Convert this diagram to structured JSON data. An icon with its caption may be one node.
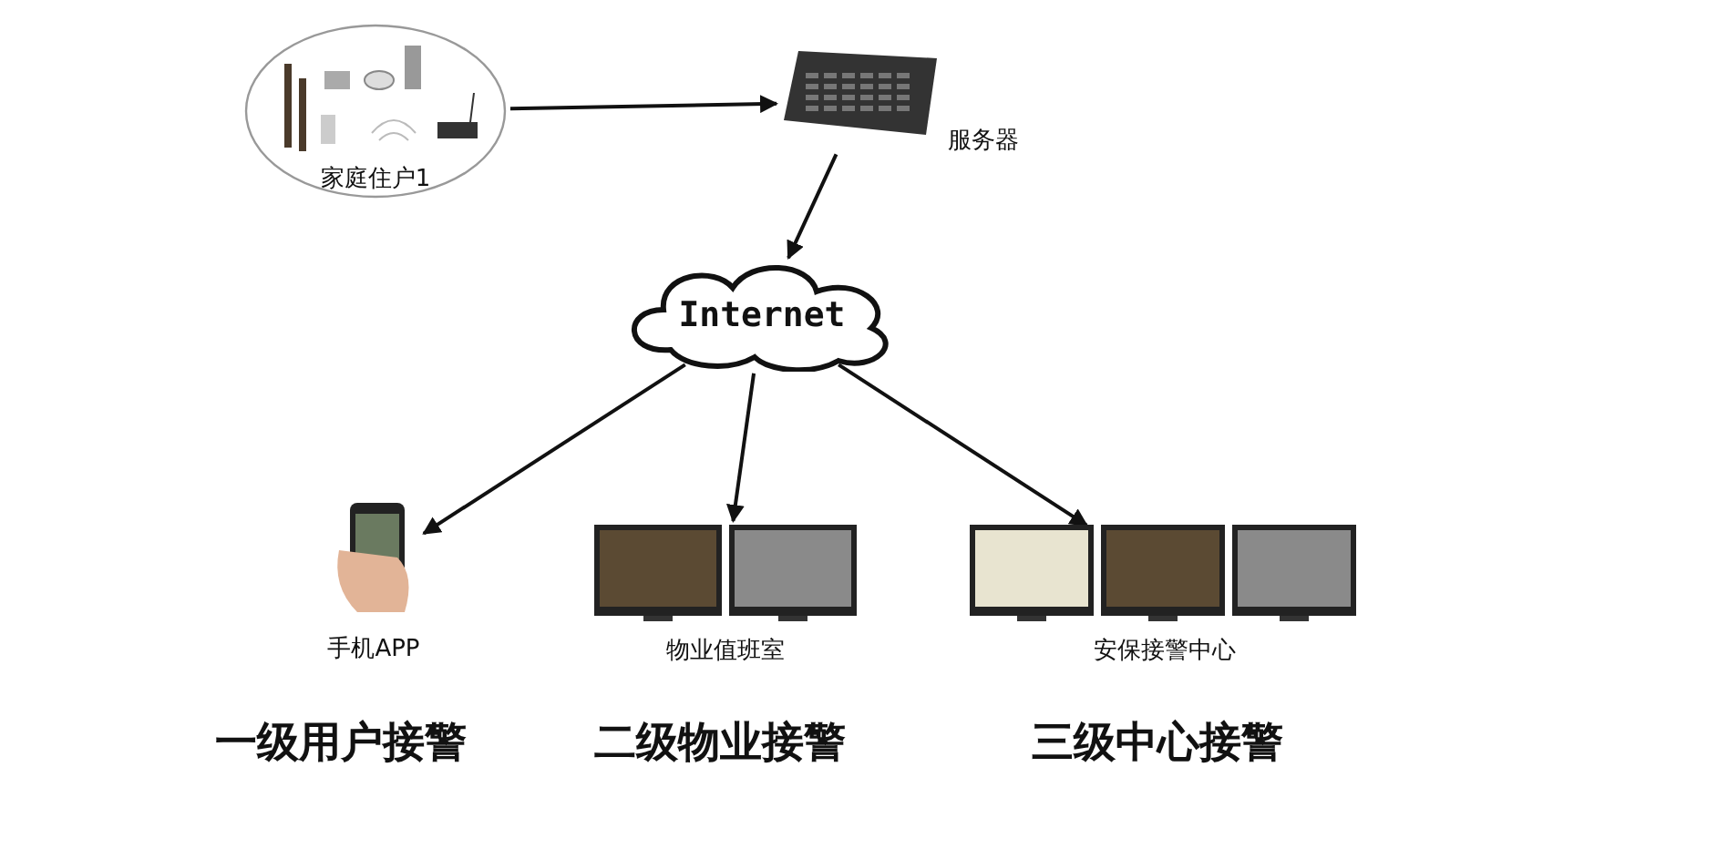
{
  "diagram": {
    "nodes": [
      {
        "text": [
          "家庭住户1"
        ]
      },
      {
        "text": [
          "服务器"
        ]
      },
      {
        "text": [
          "Internet"
        ]
      },
      {
        "text": [
          "手机APP"
        ]
      },
      {
        "text": [
          "物业值班室"
        ]
      },
      {
        "text": [
          "安保接警中心"
        ]
      }
    ],
    "edges": [
      {
        "from": 0,
        "to": 1,
        "arrow": "to"
      },
      {
        "from": 1,
        "to": 2,
        "arrow": "to"
      },
      {
        "from": 2,
        "to": 3,
        "arrow": "to"
      },
      {
        "from": 2,
        "to": 4,
        "arrow": "to"
      },
      {
        "from": 2,
        "to": 5,
        "arrow": "to"
      }
    ],
    "labels": [
      "一级用户接警",
      "二级物业接警",
      "三级中心接警"
    ]
  }
}
